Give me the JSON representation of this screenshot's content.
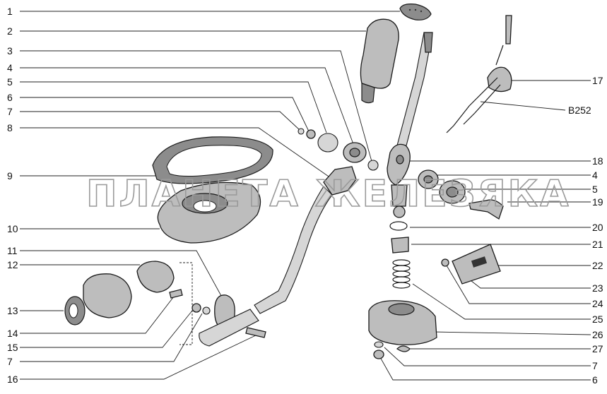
{
  "watermark": "ПЛАНЕТА ЖЕЛЕЗЯКА",
  "callouts_left": [
    "1",
    "2",
    "3",
    "4",
    "5",
    "6",
    "7",
    "8",
    "9",
    "10",
    "11",
    "12",
    "13",
    "14",
    "15",
    "7",
    "16"
  ],
  "callouts_right": [
    "17",
    "B252",
    "18",
    "4",
    "5",
    "19",
    "20",
    "21",
    "22",
    "23",
    "24",
    "25",
    "26",
    "27",
    "7",
    "6"
  ]
}
